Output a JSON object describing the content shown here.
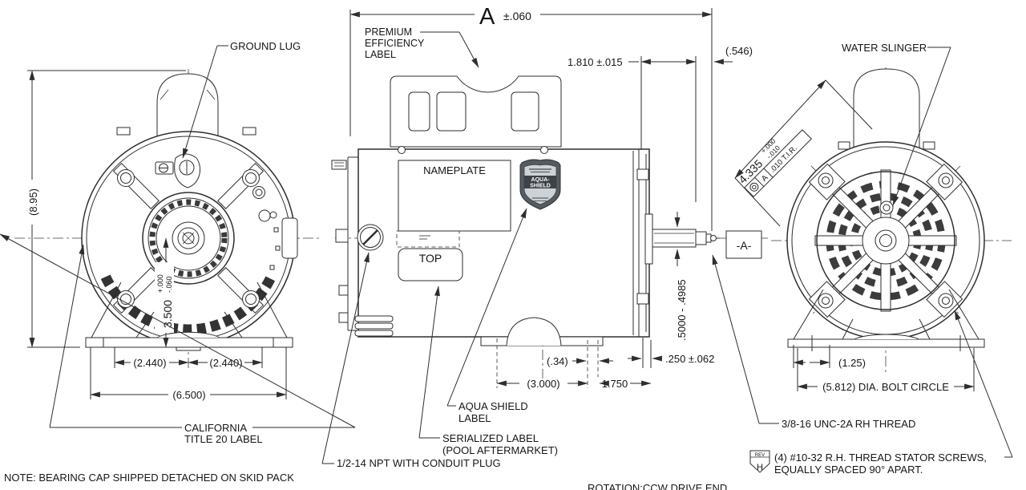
{
  "meta": {
    "note": "NOTE: BEARING CAP SHIPPED DETACHED ON SKID PACK",
    "rotation_note": "ROTATION:CCW DRIVE END"
  },
  "front": {
    "labels": {
      "ground_lug": "GROUND LUG",
      "california": [
        "CALIFORNIA",
        "TITLE 20 LABEL"
      ]
    },
    "dims": {
      "overall_height": "(8.95)",
      "shaft_height": "3.500",
      "shaft_height_plus": "+.000",
      "shaft_height_minus": "-.060",
      "foot_left": "(2.440)",
      "foot_right": "(2.440)",
      "base_width": "(6.500)"
    }
  },
  "side": {
    "labels": {
      "premium": [
        "PREMIUM",
        "EFFICIENCY",
        "LABEL"
      ],
      "nameplate": "NAMEPLATE",
      "top_marking": "TOP",
      "aqua_shield": [
        "AQUA SHIELD",
        "LABEL"
      ],
      "serialized": [
        "SERIALIZED LABEL",
        "(POOL AFTERMARKET)"
      ],
      "npt": "1/2-14 NPT WITH CONDUIT PLUG",
      "datum": "-A-"
    },
    "badge": {
      "line1": "AQUA-",
      "line2": "SHIELD"
    },
    "dims": {
      "overall_letter": "A",
      "overall_tol": "±.060",
      "rear_ext": "1.810 ±.015",
      "slinger_gap": "(.546)",
      "shaft_dia": ".5000 - .4985",
      "foot_offset": ".250 ±.062",
      "foot_slot": "(.34)",
      "foot_span": "(3.000)",
      "shaft_len": "1.750"
    }
  },
  "rear": {
    "labels": {
      "water_slinger": "WATER SLINGER",
      "shaft_thread": "3/8-16 UNC-2A RH THREAD",
      "stator_screws": [
        "(4) #10-32 R.H. THREAD STATOR SCREWS,",
        "EQUALLY SPACED 90° APART."
      ],
      "rev_word": "REV",
      "rev_letter": "H"
    },
    "dims": {
      "rabbet": "4.335",
      "rabbet_plus": "+.000",
      "rabbet_minus": "-.010",
      "tir_datum": "A",
      "tir": ".010 T.I.R.",
      "foot_dim": "(1.25)",
      "bolt_circle": "(5.812) DIA. BOLT CIRCLE"
    }
  },
  "colors": {
    "line": "#2e2e2e",
    "badge_dark": "#565b61",
    "badge_light": "#cdd2d6",
    "badge_band": "#3d4248"
  }
}
